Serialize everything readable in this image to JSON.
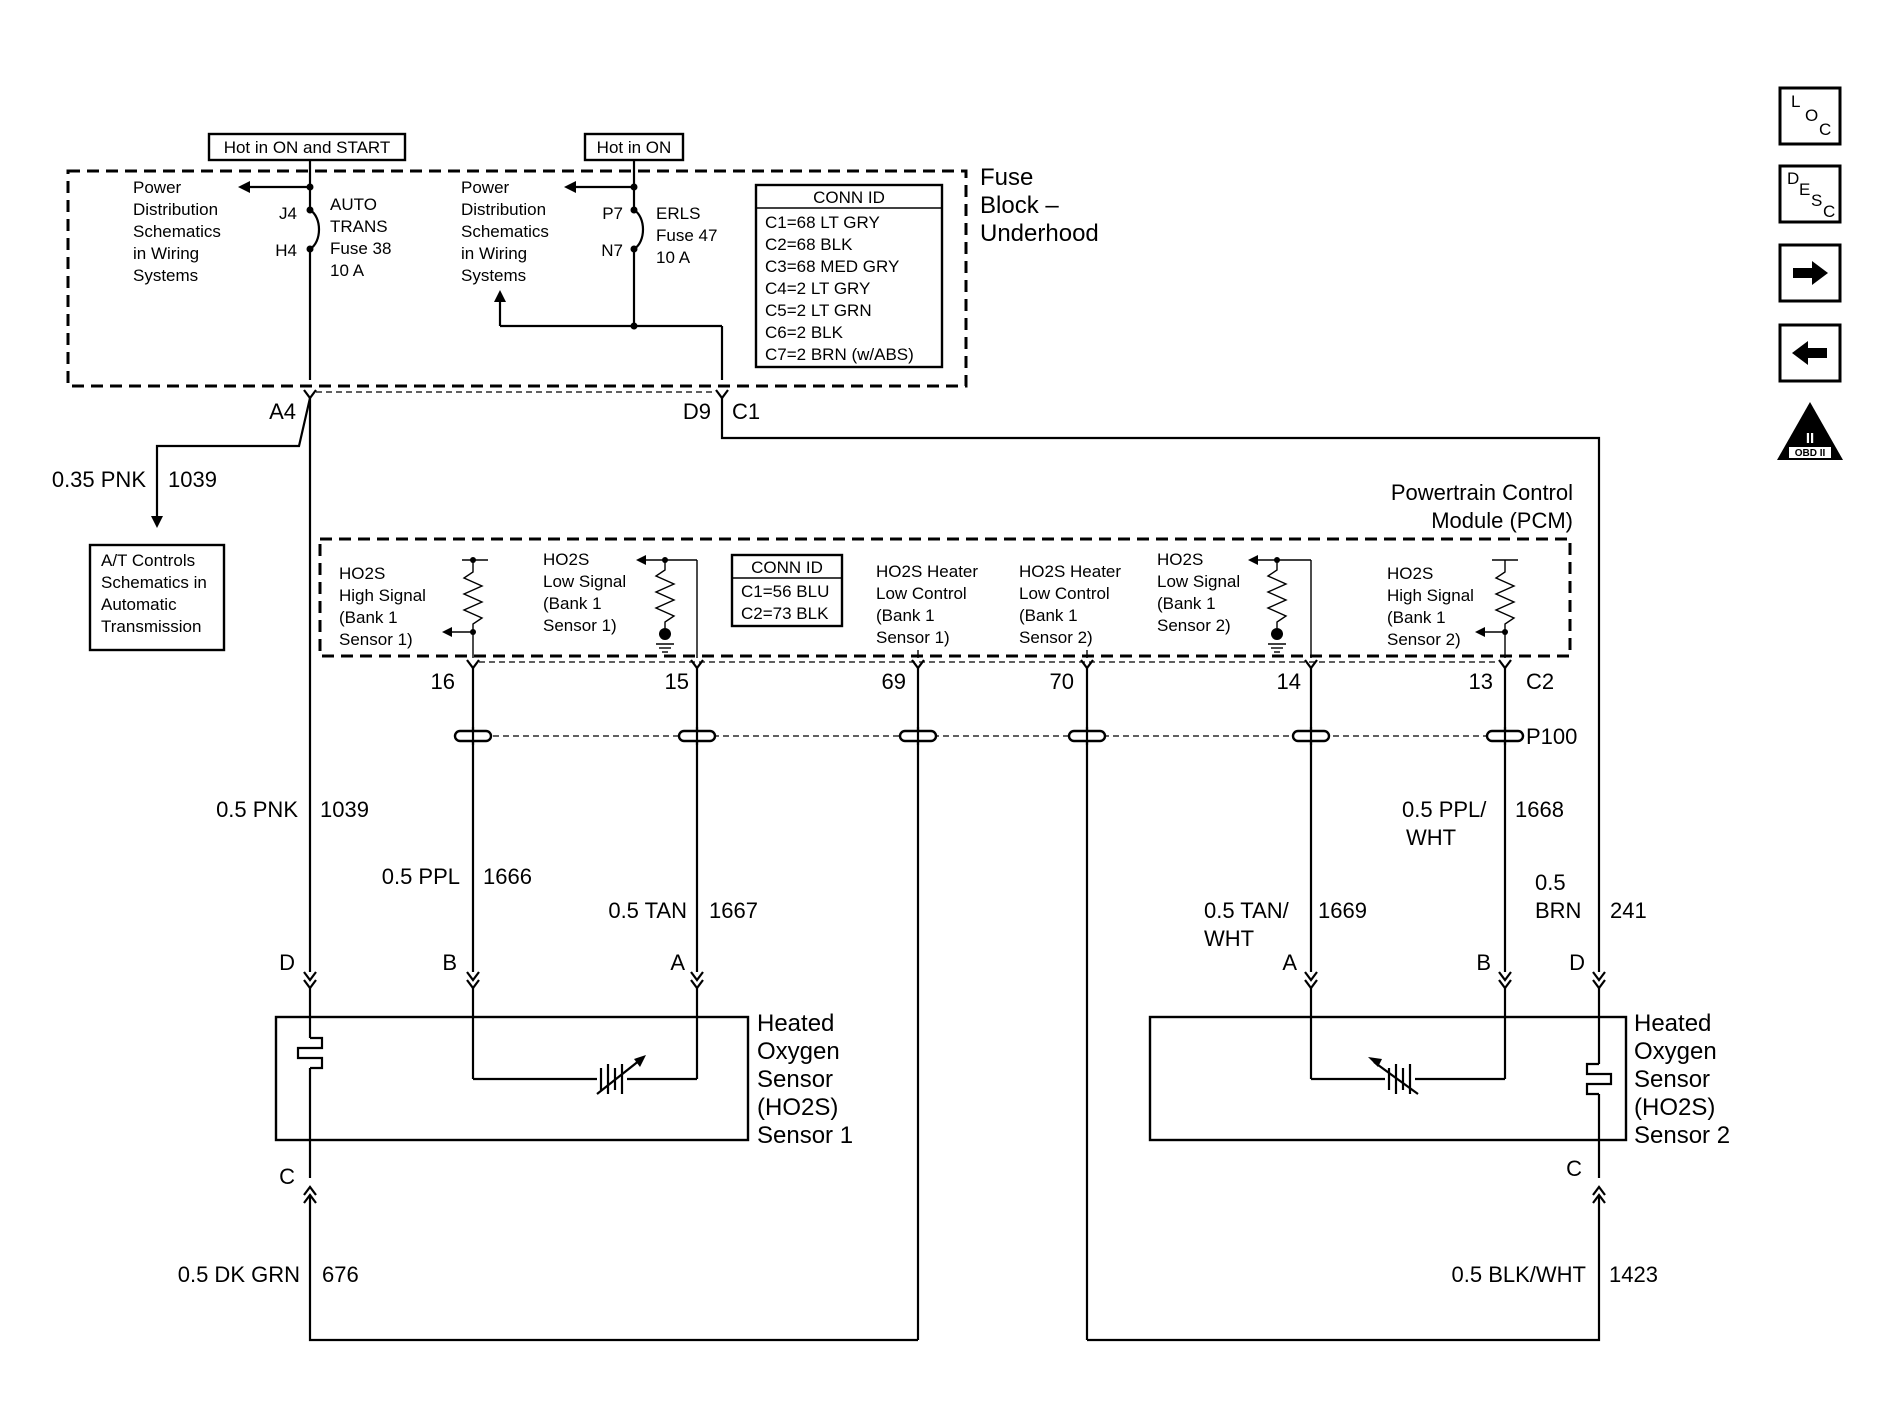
{
  "power": {
    "hot_on_start": "Hot in ON and START",
    "hot_on": "Hot in ON",
    "power_dist_left": [
      "Power",
      "Distribution",
      "Schematics",
      "in Wiring",
      "Systems"
    ],
    "power_dist_right": [
      "Power",
      "Distribution",
      "Schematics",
      "in Wiring",
      "Systems"
    ],
    "fuse38": {
      "pin_top": "J4",
      "pin_bot": "H4",
      "lines": [
        "AUTO",
        "TRANS",
        "Fuse 38",
        "10 A"
      ]
    },
    "fuse47": {
      "pin_top": "P7",
      "pin_bot": "N7",
      "lines": [
        "ERLS",
        "Fuse 47",
        "10 A"
      ]
    }
  },
  "fuse_block": {
    "title": [
      "Fuse",
      "Block –",
      "Underhood"
    ],
    "conn_header": "CONN ID",
    "conn_ids": [
      "C1=68 LT GRY",
      "C2=68 BLK",
      "C3=68 MED GRY",
      "C4=2 LT GRY",
      "C5=2 LT GRN",
      "C6=2 BLK",
      "C7=2 BRN (w/ABS)"
    ],
    "out_left": "A4",
    "out_right_pin": "D9",
    "out_right_conn": "C1"
  },
  "at_branch": {
    "wire": "0.35 PNK",
    "circuit": "1039",
    "box": [
      "A/T Controls",
      "Schematics in",
      "Automatic",
      "Transmission"
    ]
  },
  "pcm": {
    "title": [
      "Powertrain Control",
      "Module (PCM)"
    ],
    "conn_header": "CONN ID",
    "conn_ids": [
      "C1=56 BLU",
      "C2=73 BLK"
    ],
    "conn_label": "C2",
    "labels": {
      "hs1": [
        "HO2S",
        "High Signal",
        "(Bank 1",
        "Sensor 1)"
      ],
      "ls1": [
        "HO2S",
        "Low Signal",
        "(Bank 1",
        "Sensor 1)"
      ],
      "h1": [
        "HO2S Heater",
        "Low Control",
        "(Bank 1",
        "Sensor 1)"
      ],
      "h2": [
        "HO2S Heater",
        "Low Control",
        "(Bank 1",
        "Sensor 2)"
      ],
      "ls2": [
        "HO2S",
        "Low Signal",
        "(Bank 1",
        "Sensor 2)"
      ],
      "hs2": [
        "HO2S",
        "High Signal",
        "(Bank 1",
        "Sensor 2)"
      ]
    },
    "pins": {
      "hs1": "16",
      "ls1": "15",
      "h1": "69",
      "h2": "70",
      "ls2": "14",
      "hs2": "13"
    }
  },
  "splice": "P100",
  "wires": {
    "pnk": {
      "gauge": "0.5 PNK",
      "circuit": "1039"
    },
    "ppl": {
      "gauge": "0.5 PPL",
      "circuit": "1666"
    },
    "tan": {
      "gauge": "0.5 TAN",
      "circuit": "1667"
    },
    "pplwht": {
      "gauge": [
        "0.5 PPL/",
        "WHT"
      ],
      "circuit": "1668"
    },
    "tanwht": {
      "gauge": [
        "0.5 TAN/",
        "WHT"
      ],
      "circuit": "1669"
    },
    "brn": {
      "gauge": [
        "0.5",
        "BRN"
      ],
      "circuit": "241"
    },
    "dkgrn": {
      "gauge": "0.5 DK GRN",
      "circuit": "676"
    },
    "blkwht": {
      "gauge": "0.5 BLK/WHT",
      "circuit": "1423"
    }
  },
  "sensor1": {
    "name": [
      "Heated",
      "Oxygen",
      "Sensor",
      "(HO2S)",
      "Sensor 1"
    ],
    "pins": {
      "d": "D",
      "b": "B",
      "a": "A",
      "c": "C"
    }
  },
  "sensor2": {
    "name": [
      "Heated",
      "Oxygen",
      "Sensor",
      "(HO2S)",
      "Sensor 2"
    ],
    "pins": {
      "a": "A",
      "b": "B",
      "d": "D",
      "c": "C"
    }
  },
  "nav": {
    "loc": {
      "l": "L",
      "o": "O",
      "c": "C"
    },
    "desc": {
      "d": "D",
      "e": "E",
      "s": "S",
      "c": "C"
    },
    "forward_icon": "arrow-right-icon",
    "back_icon": "arrow-left-icon",
    "obd": {
      "numeral": "II",
      "label": "OBD II"
    }
  }
}
